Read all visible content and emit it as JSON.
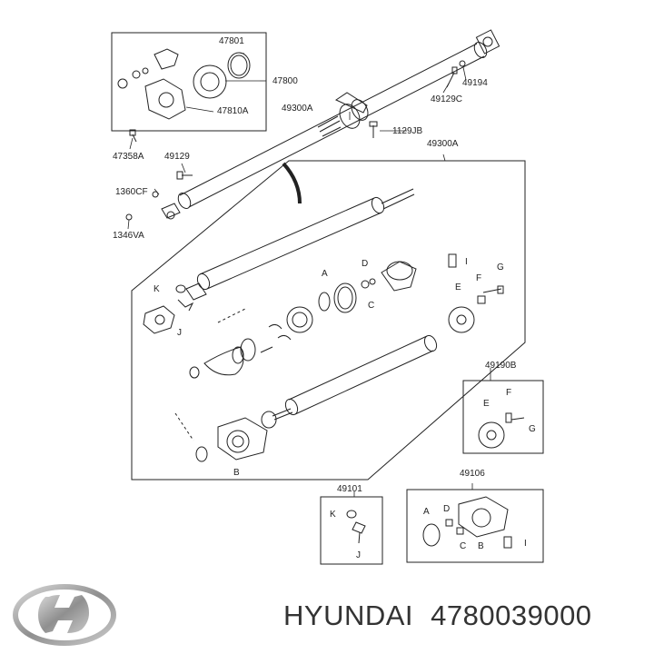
{
  "diagram": {
    "part_labels": {
      "p47801": "47801",
      "p47800": "47800",
      "p47810A": "47810A",
      "p47358A": "47358A",
      "p49129": "49129",
      "p1360CF": "1360CF",
      "p1346VA": "1346VA",
      "p49300A_top": "49300A",
      "p49300A_main": "49300A",
      "p1129JB": "1129JB",
      "p49129C": "49129C",
      "p49194": "49194",
      "p49190B": "49190B",
      "p49101": "49101",
      "p49106": "49106"
    },
    "letters": {
      "A": "A",
      "B": "B",
      "C": "C",
      "D": "D",
      "E": "E",
      "F": "F",
      "G": "G",
      "I": "I",
      "J": "J",
      "K": "K"
    }
  },
  "footer": {
    "brand": "HYUNDAI",
    "part_number": "4780039000"
  },
  "colors": {
    "line": "#222222",
    "logo": "#9a9a9a"
  },
  "icons": {
    "logo": "hyundai-logo-icon"
  }
}
